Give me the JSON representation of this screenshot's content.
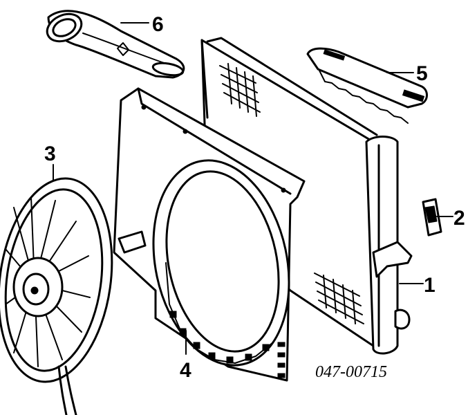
{
  "diagram": {
    "callouts": [
      {
        "id": "1",
        "label": "1"
      },
      {
        "id": "2",
        "label": "2"
      },
      {
        "id": "3",
        "label": "3"
      },
      {
        "id": "4",
        "label": "4"
      },
      {
        "id": "5",
        "label": "5"
      },
      {
        "id": "6",
        "label": "6"
      }
    ],
    "part_number": "047-00715"
  }
}
